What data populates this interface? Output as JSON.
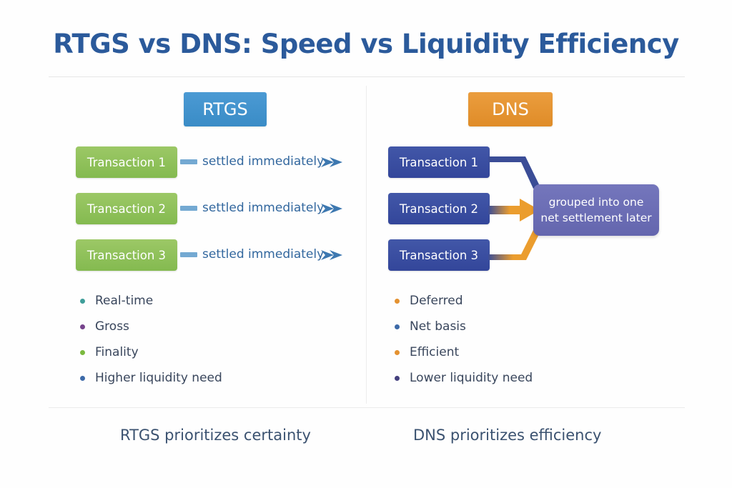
{
  "title": "RTGS vs DNS: Speed vs Liquidity Efficiency",
  "columns": {
    "left": {
      "badge_label": "RTGS",
      "badge_color": "#3d92cc",
      "transactions": [
        {
          "label": "Transaction 1",
          "annotation": "settled immediately"
        },
        {
          "label": "Transaction 2",
          "annotation": "settled immediately"
        },
        {
          "label": "Transaction 3",
          "annotation": "settled immediately"
        }
      ],
      "box_color": "#8fc25c",
      "bullets": [
        {
          "label": "Real-time",
          "dot_color": "#3f9e9a"
        },
        {
          "label": "Gross",
          "dot_color": "#76438c"
        },
        {
          "label": "Finality",
          "dot_color": "#7bb93f"
        },
        {
          "label": "Higher liquidity need",
          "dot_color": "#3d6aa8"
        }
      ],
      "footer_caption": "RTGS prioritizes certainty"
    },
    "right": {
      "badge_label": "DNS",
      "badge_color": "#e49231",
      "transactions": [
        {
          "label": "Transaction 1"
        },
        {
          "label": "Transaction 2"
        },
        {
          "label": "Transaction 3"
        }
      ],
      "box_color": "#3b54a4",
      "group_box": {
        "line1": "grouped into one",
        "line2": "net settlement later",
        "color": "#6a6cb0"
      },
      "bullets": [
        {
          "label": "Deferred",
          "dot_color": "#e49231"
        },
        {
          "label": "Net basis",
          "dot_color": "#3d6aa8"
        },
        {
          "label": "Efficient",
          "dot_color": "#e49231"
        },
        {
          "label": "Lower liquidity need",
          "dot_color": "#44407e"
        }
      ],
      "footer_caption": "DNS prioritizes efficiency"
    }
  },
  "accents": {
    "arrow_blue": "#3d78b0",
    "dash_blue": "#74a9d2",
    "connector_navy": "#3b4d97",
    "connector_orange": "#eb9d2e"
  }
}
